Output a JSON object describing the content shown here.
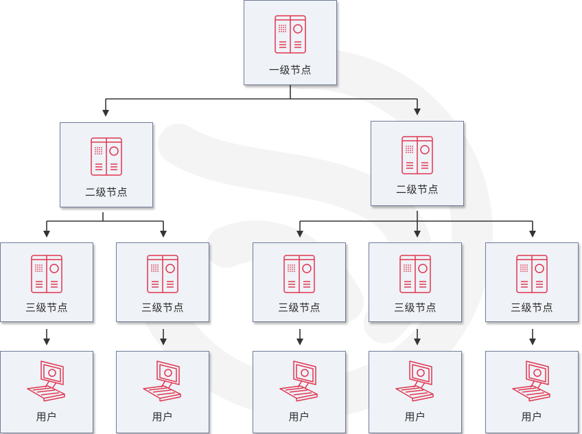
{
  "diagram": {
    "root": {
      "label": "一级节点",
      "icon": "server-icon"
    },
    "level2": [
      {
        "label": "二级节点",
        "icon": "server-icon"
      },
      {
        "label": "二级节点",
        "icon": "server-icon"
      }
    ],
    "level3": [
      {
        "label": "三级节点",
        "icon": "server-icon"
      },
      {
        "label": "三级节点",
        "icon": "server-icon"
      },
      {
        "label": "三级节点",
        "icon": "server-icon"
      },
      {
        "label": "三级节点",
        "icon": "server-icon"
      },
      {
        "label": "三级节点",
        "icon": "server-icon"
      }
    ],
    "users": [
      {
        "label": "用户",
        "icon": "computer-icon"
      },
      {
        "label": "用户",
        "icon": "computer-icon"
      },
      {
        "label": "用户",
        "icon": "computer-icon"
      },
      {
        "label": "用户",
        "icon": "computer-icon"
      },
      {
        "label": "用户",
        "icon": "computer-icon"
      }
    ]
  },
  "colors": {
    "icon_stroke": "#e0344f",
    "node_fill": "#eff2f7",
    "node_border": "#6f7a96",
    "connector": "#333333"
  }
}
